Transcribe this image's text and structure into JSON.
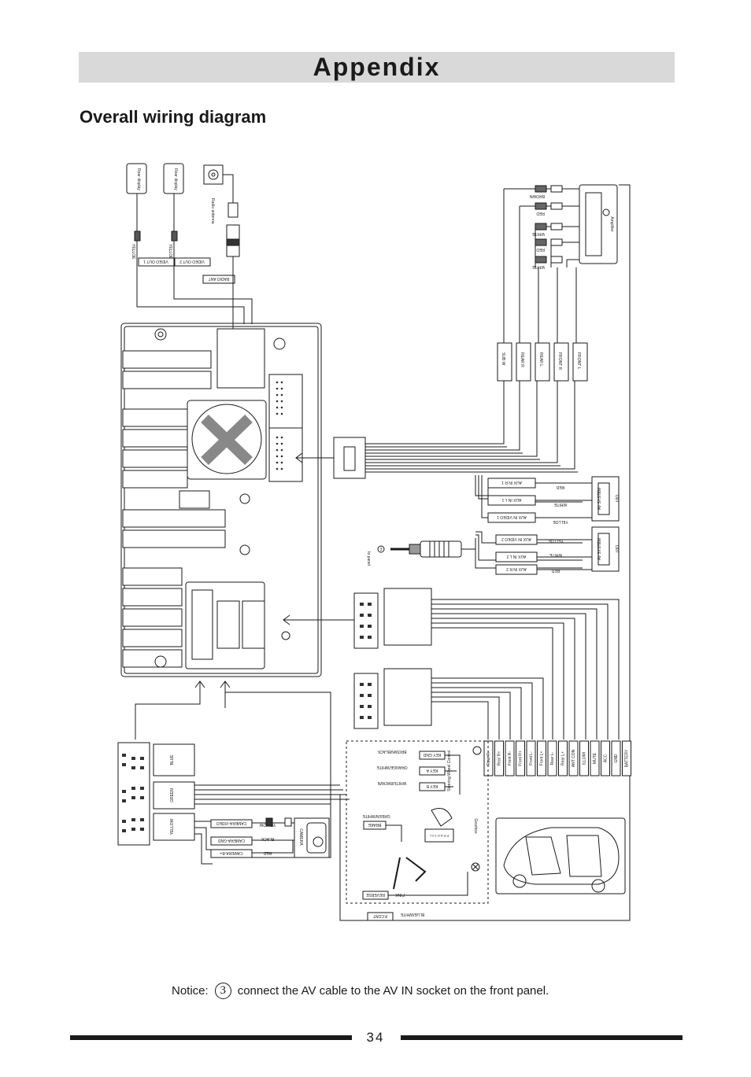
{
  "page": {
    "title": "Appendix",
    "subtitle": "Overall wiring diagram",
    "page_number": "34"
  },
  "notice": {
    "label": "Notice:",
    "number": "3",
    "text": "connect the AV cable to the AV IN socket on the front panel."
  },
  "top_left": {
    "rear_display_1": "Rear display",
    "rear_display_2": "Rear display",
    "radio_antenna": "Radio antenna",
    "yellow_1": "YELLOE",
    "yellow_2": "YELLOE",
    "video_out_1": "VIDEO OUT 1",
    "video_out_2": "VIDEO OUT 2",
    "radio_ant": "RADIO ANT"
  },
  "amplifier": {
    "label": "Amplifier",
    "wires": [
      "BROWN",
      "RED",
      "WHITE",
      "RED",
      "WHITE"
    ],
    "outputs": [
      "SUB W",
      "REAR R",
      "REAR L",
      "FRONT R",
      "FRONT L"
    ]
  },
  "av_system_1": {
    "label": "AV SYSTEM",
    "sub": "OUT",
    "wires": [
      {
        "name": "AUX IN R 1",
        "color": "RED"
      },
      {
        "name": "AUX IN L 1",
        "color": "WHITE"
      },
      {
        "name": "AUX IN VIDEO 1",
        "color": "YELLOE"
      }
    ]
  },
  "av_system_2": {
    "label": "AV SYSTEM",
    "sub": "OUT",
    "wires": [
      {
        "name": "AUX IN VIDEO 2",
        "color": "YELLOE"
      },
      {
        "name": "AUX IN L 2",
        "color": "WHITE"
      },
      {
        "name": "AUX IN R 2",
        "color": "RED"
      }
    ]
  },
  "front_panel": {
    "to_panel": "to panel",
    "mark": "3"
  },
  "bottom_left": {
    "harness_colors": [
      "BLUE",
      "GREEN",
      "YELLOW"
    ],
    "camera_label": "CAMERA",
    "camera_wires": [
      {
        "name": "CAMERA-VIDEO",
        "color": "YELLOW"
      },
      {
        "name": "CAMERA-GND",
        "color": "BLACK"
      },
      {
        "name": "CAMERA-B+",
        "color": "RED"
      }
    ]
  },
  "steering": {
    "label": "Steering Wheel Control",
    "keys": [
      {
        "name": "KEY GND",
        "color": "BROWN/BLACK"
      },
      {
        "name": "KEY A",
        "color": "ORANGE/WHITE"
      },
      {
        "name": "KEY B",
        "color": "WHITE/BROWN"
      }
    ],
    "brake": "BRAKE",
    "brake_color": "GREEN/WHITE",
    "reverse": "REVERSE",
    "reverse_color": "PINK",
    "gearbox": "Gearbox",
    "gear_letters": "P R N D 3 2 L",
    "pcont": "P.CONT",
    "pcont_color": "BLUE/WHITE"
  },
  "speaker_wires": [
    "Rear R-",
    "Rear R+",
    "Front R-",
    "Front R+",
    "Front L-",
    "Front L+",
    "Rear L-",
    "Rear L+",
    "ANT CON",
    "ILLUMI",
    "MUTE",
    "ACC",
    "GND",
    "BATTERY"
  ]
}
